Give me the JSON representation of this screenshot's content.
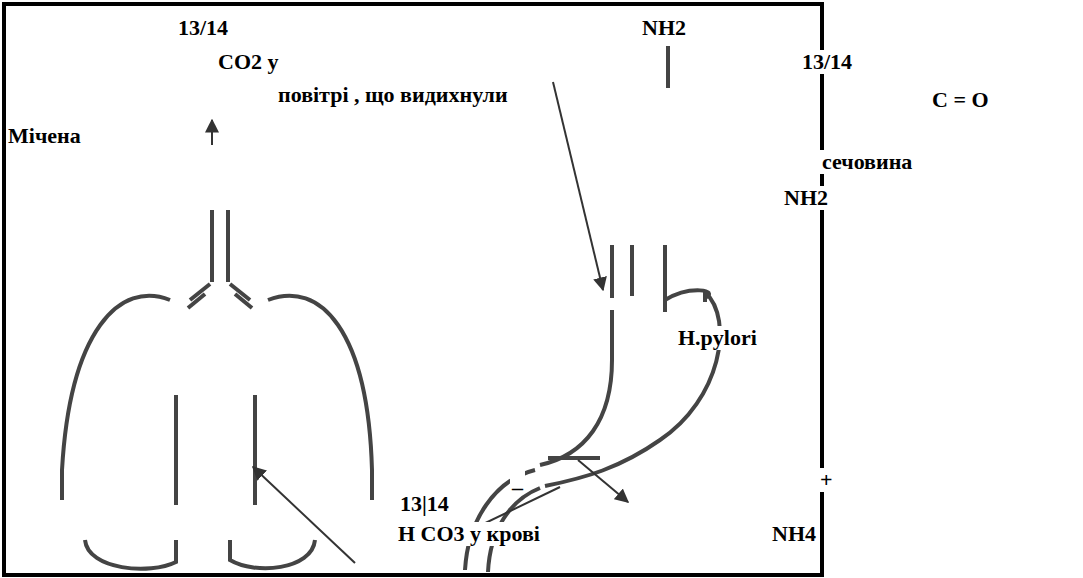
{
  "diagram": {
    "labels": [
      "13/14",
      "NH2",
      "CO2 у",
      "13/14",
      "повітрі , що видихнули",
      "C = O",
      "Мічена",
      "сечовина",
      "NH2",
      "H.pylori",
      "_",
      "+",
      "13|14",
      "H CO3 у крові",
      "NH4"
    ]
  }
}
